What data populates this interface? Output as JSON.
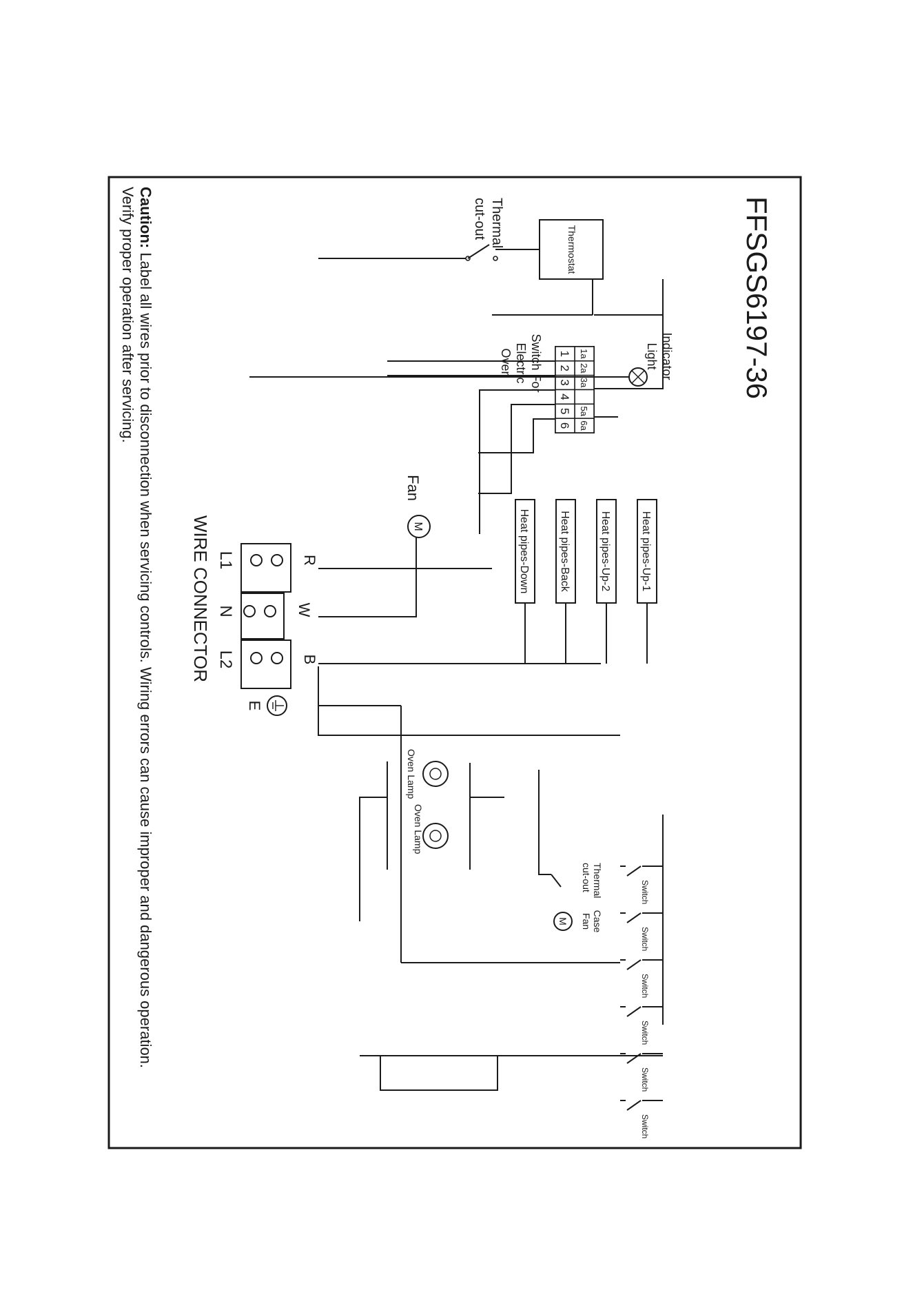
{
  "title": "FFSGS6197-36",
  "caution": {
    "bold": "Caution:",
    "line1": " Label all wires prior to disconnection when servicing controls. Wiring errors can cause improper and dangerous operation.",
    "line2": "Verify proper operation after servicing."
  },
  "labels": {
    "thermostat": "Thermostat",
    "thermal_cutout_1": "Thermal",
    "thermal_cutout_2": "cut-out",
    "indicator_1": "Indicator",
    "indicator_2": "Light",
    "switch_oven_1": "Switch For",
    "switch_oven_2": "Electric",
    "switch_oven_3": "Oven",
    "fan": "Fan",
    "motor": "M",
    "wire_connector": "WIRE CONNECTOR",
    "L1": "L1",
    "N": "N",
    "L2": "L2",
    "R": "R",
    "W": "W",
    "B": "B",
    "E": "E",
    "oven_lamp": "Oven Lamp",
    "case_fan_1": "Case",
    "case_fan_2": "Fan",
    "switch": "Switch"
  },
  "switch_terminals_top": [
    "1a",
    "2a",
    "3a",
    "",
    "5a",
    "6a"
  ],
  "switch_terminals_bottom": [
    "1",
    "2",
    "3",
    "4",
    "5",
    "6"
  ],
  "heat_pipes": [
    "Heat pipes-Down",
    "Heat pipes-Back",
    "Heat pipes-Up-2",
    "Heat pipes-Up-1"
  ]
}
